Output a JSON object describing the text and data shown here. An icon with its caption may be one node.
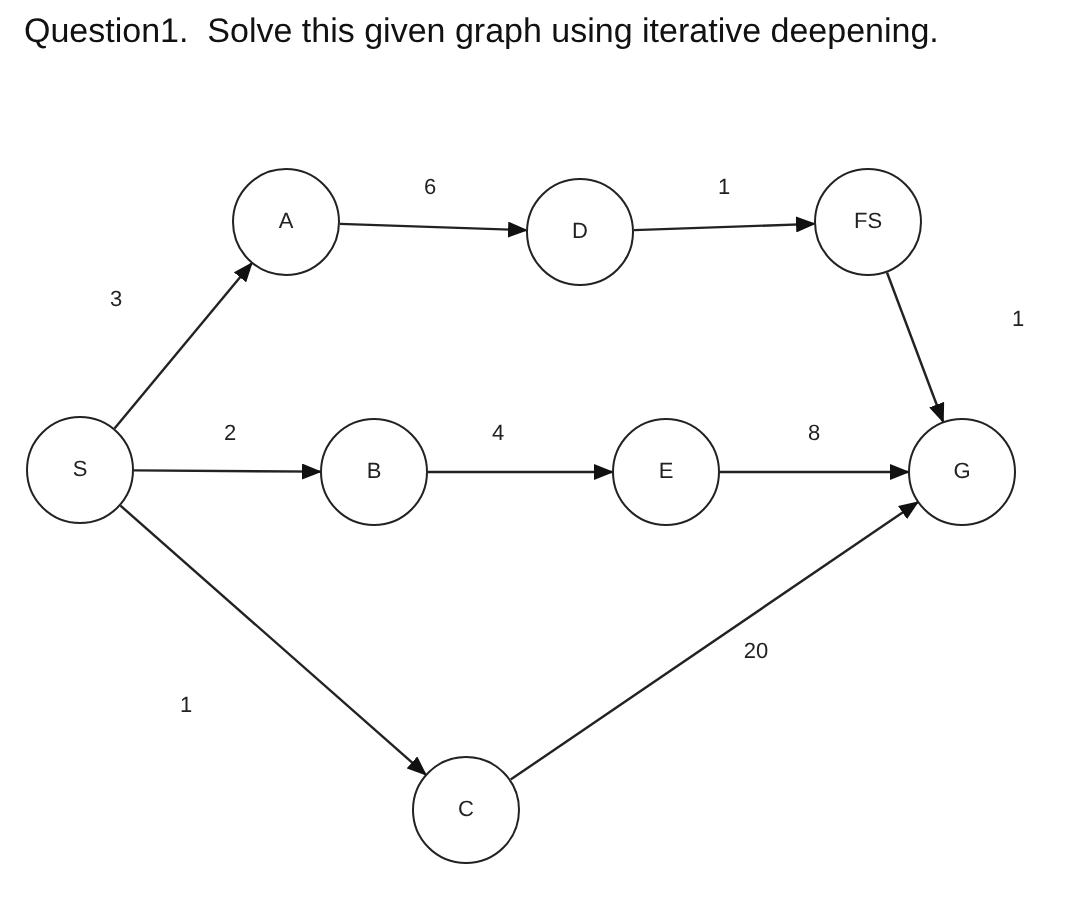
{
  "diagram": {
    "title": "Question1.  Solve this given graph using iterative deepening.",
    "nodes": [
      {
        "text": [
          "S"
        ]
      },
      {
        "text": [
          "A"
        ]
      },
      {
        "text": [
          "D"
        ]
      },
      {
        "text": [
          "FS"
        ]
      },
      {
        "text": [
          "B"
        ]
      },
      {
        "text": [
          "E"
        ]
      },
      {
        "text": [
          "G"
        ]
      },
      {
        "text": [
          "C"
        ]
      }
    ],
    "edges": [
      {
        "from": 0,
        "to": 1,
        "arrow": "to",
        "label": "3"
      },
      {
        "from": 1,
        "to": 2,
        "arrow": "to",
        "label": "6"
      },
      {
        "from": 2,
        "to": 3,
        "arrow": "to",
        "label": "1"
      },
      {
        "from": 3,
        "to": 6,
        "arrow": "to",
        "label": "1"
      },
      {
        "from": 0,
        "to": 4,
        "arrow": "to",
        "label": "2"
      },
      {
        "from": 4,
        "to": 5,
        "arrow": "to",
        "label": "4"
      },
      {
        "from": 5,
        "to": 6,
        "arrow": "to",
        "label": "8"
      },
      {
        "from": 0,
        "to": 7,
        "arrow": "to",
        "label": "1"
      },
      {
        "from": 7,
        "to": 6,
        "arrow": "to",
        "label": "20"
      }
    ]
  }
}
